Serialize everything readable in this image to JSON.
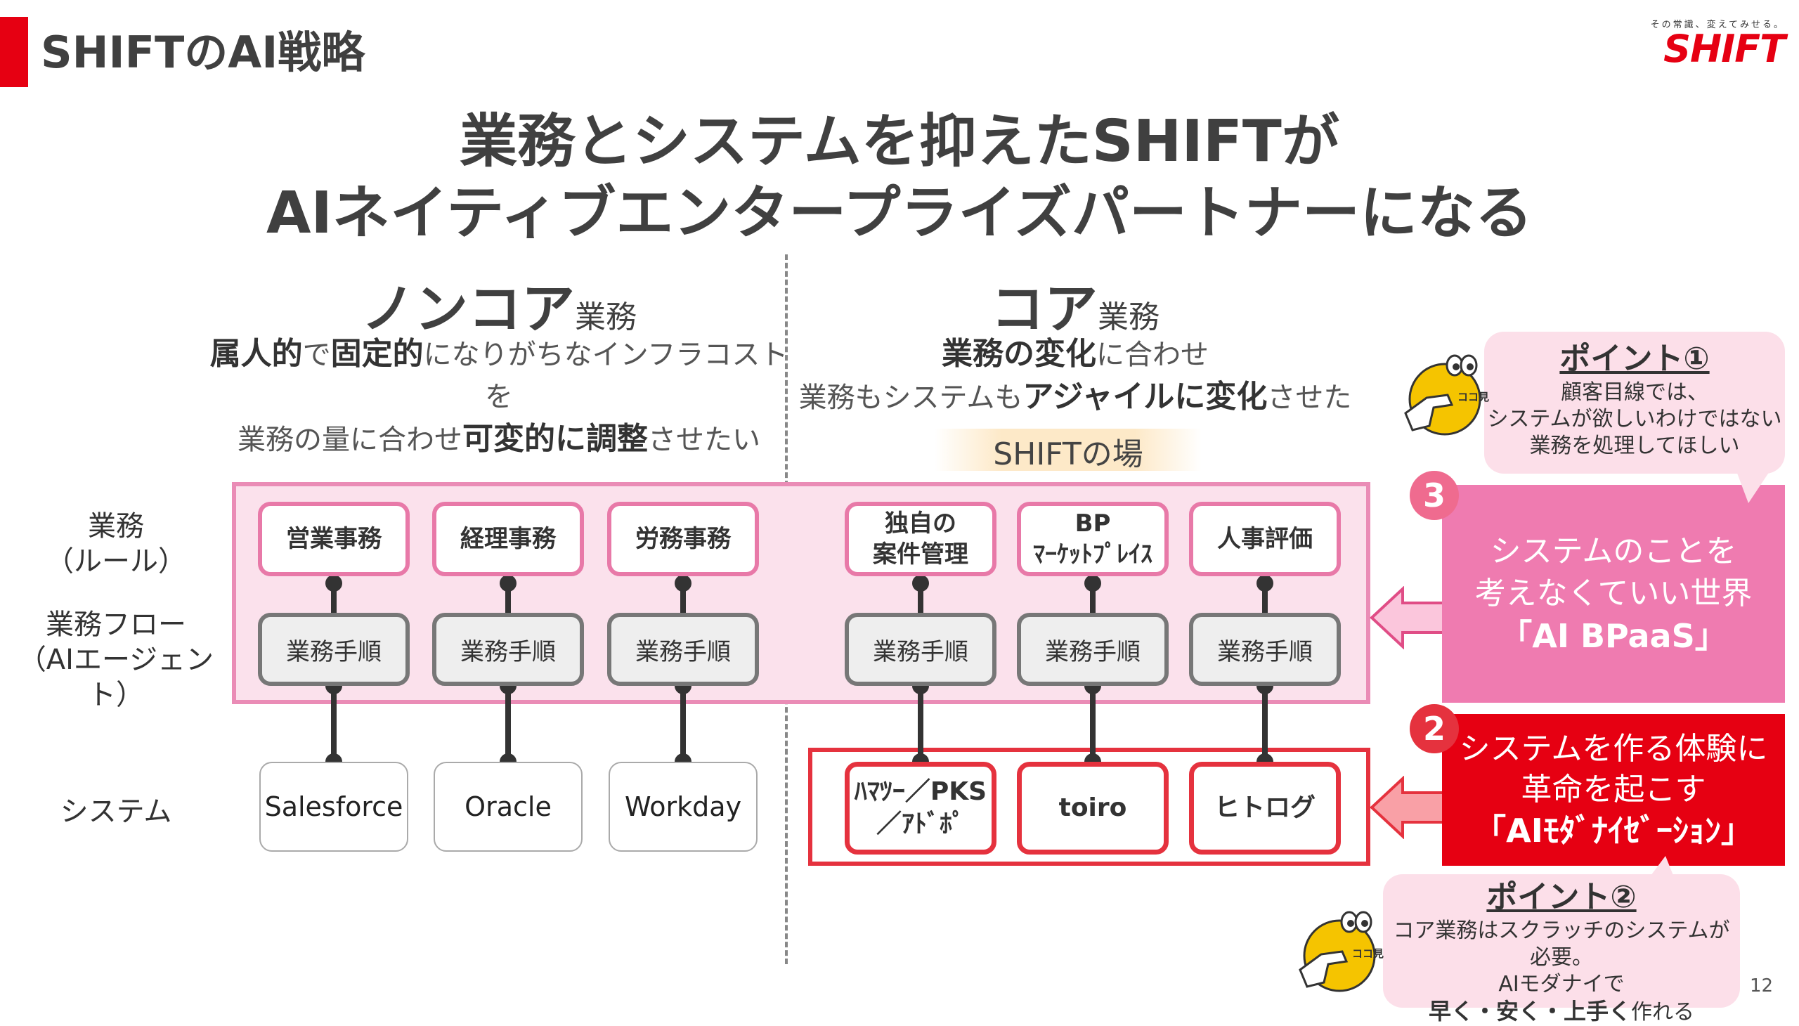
{
  "header": {
    "title": "SHIFTのAI戦略",
    "logo_tagline": "その常識、変えてみせる。",
    "logo_text": "SHIFT"
  },
  "headline": {
    "line1": "業務とシステムを抑えたSHIFTが",
    "line2": "AIネイティブエンタープライズパートナーになる"
  },
  "noncore": {
    "title_big": "ノンコア",
    "title_small": "業務",
    "desc_line1": {
      "b1": "属人的",
      "t1": "で",
      "b2": "固定的",
      "t2": "になりがちなインフラコストを"
    },
    "desc_line2": {
      "t1": "業務の量に合わせ",
      "b1": "可変的に調整",
      "t2": "させたい"
    }
  },
  "core": {
    "title_big": "コア",
    "title_small": "業務",
    "desc_line1": {
      "b1": "業務の変化",
      "t1": "に合わせ"
    },
    "desc_line2": {
      "t1": "業務もシステムも",
      "b1": "アジャイルに変化",
      "t2": "させたい"
    },
    "shift_case": "SHIFTの場合・・・"
  },
  "row_labels": {
    "business_l1": "業務",
    "business_l2": "（ルール）",
    "flow_l1": "業務フロー",
    "flow_l2": "（AIエージェント）",
    "system": "システム"
  },
  "tasks": [
    {
      "line1": "営業事務",
      "line2": ""
    },
    {
      "line1": "経理事務",
      "line2": ""
    },
    {
      "line1": "労務事務",
      "line2": ""
    },
    {
      "line1": "独自の",
      "line2": "案件管理"
    },
    {
      "line1": "BP",
      "line2": "ﾏｰｹｯﾄﾌﾟﾚｲｽ"
    },
    {
      "line1": "人事評価",
      "line2": ""
    }
  ],
  "step_label": "業務手順",
  "systems_noncore": [
    "Salesforce",
    "Oracle",
    "Workday"
  ],
  "systems_core": [
    {
      "line1": "ﾊﾏﾂｰ／PKS",
      "line2": "／ｱﾄﾞﾎﾟ"
    },
    {
      "line1": "toiro",
      "line2": ""
    },
    {
      "line1": "ヒトログ",
      "line2": ""
    }
  ],
  "panel_bpaas": {
    "badge": "3",
    "line1": "システムのことを",
    "line2": "考えなくていい世界",
    "line3": "「AI BPaaS」"
  },
  "panel_modern": {
    "badge": "2",
    "line1": "システムを作る体験に",
    "line2": "革命を起こす",
    "line3": "「AIﾓﾀﾞﾅｲｾﾞｰｼｮﾝ」"
  },
  "point1": {
    "title": "ポイント①",
    "l1": "顧客目線では、",
    "l2": "システムが欲しいわけではない",
    "l3": "業務を処理してほしい",
    "mascot_text": "ココ見て"
  },
  "point2": {
    "title": "ポイント②",
    "l1": "コア業務はスクラッチのシステムが必要。",
    "l2": "AIモダナイで",
    "l3_b": "早く・安く・上手く",
    "l3_t": "作れる",
    "mascot_text": "ココ見て"
  },
  "page_number": "12",
  "colors": {
    "brand_red": "#e60012",
    "pink_band": "#fbe1ec",
    "pink_border": "#ea8cb6",
    "panel_pink": "#ef7bb0",
    "callout_pink": "#fcdfe9"
  }
}
